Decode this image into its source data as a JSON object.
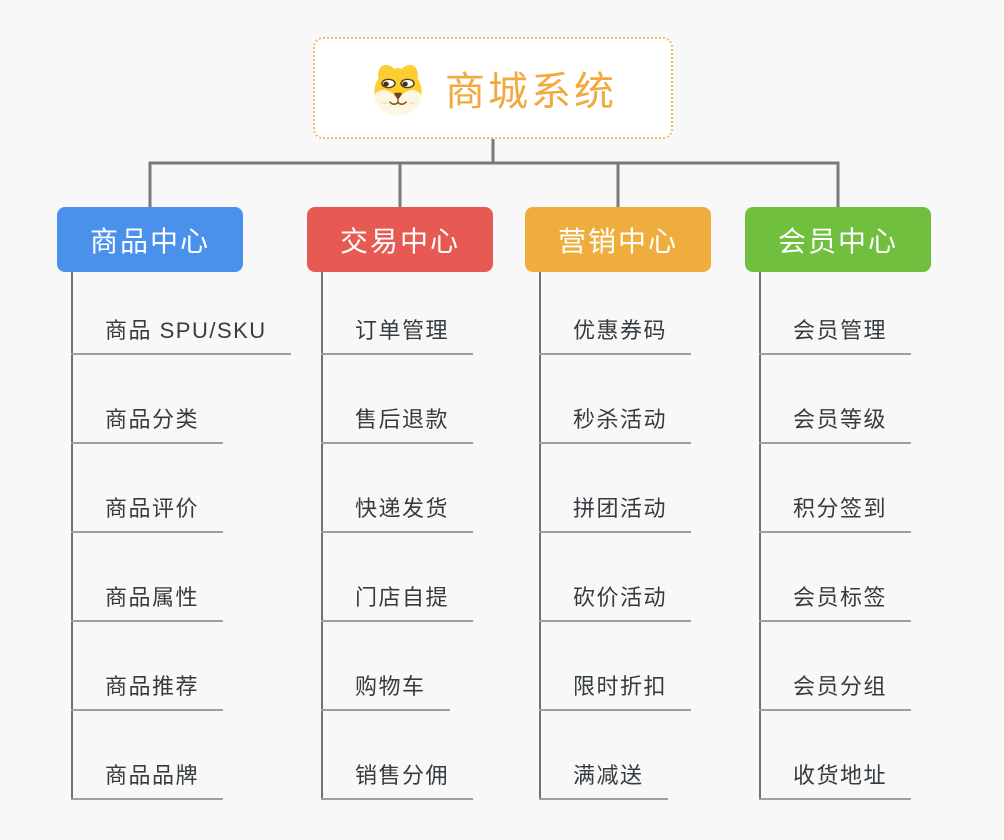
{
  "root": {
    "title": "商城系统",
    "icon": "doge-icon"
  },
  "branches": [
    {
      "label": "商品中心",
      "color": "#4a91eb",
      "items": [
        "商品 SPU/SKU",
        "商品分类",
        "商品评价",
        "商品属性",
        "商品推荐",
        "商品品牌"
      ]
    },
    {
      "label": "交易中心",
      "color": "#e75a54",
      "items": [
        "订单管理",
        "售后退款",
        "快递发货",
        "门店自提",
        "购物车",
        "销售分佣"
      ]
    },
    {
      "label": "营销中心",
      "color": "#efad3e",
      "items": [
        "优惠券码",
        "秒杀活动",
        "拼团活动",
        "砍价活动",
        "限时折扣",
        "满减送"
      ]
    },
    {
      "label": "会员中心",
      "color": "#70bf3e",
      "items": [
        "会员管理",
        "会员等级",
        "积分签到",
        "会员标签",
        "会员分组",
        "收货地址"
      ]
    }
  ],
  "colors": {
    "background": "#f8f8f8",
    "connector": "#7a7a7a",
    "spine": "#6f7376",
    "underline": "#9e9e9e",
    "item_text": "#363b3f",
    "root_text": "#f2a93f",
    "root_border": "#eebb6e",
    "root_bg": "#ffffff",
    "header_text": "#ffffff"
  }
}
